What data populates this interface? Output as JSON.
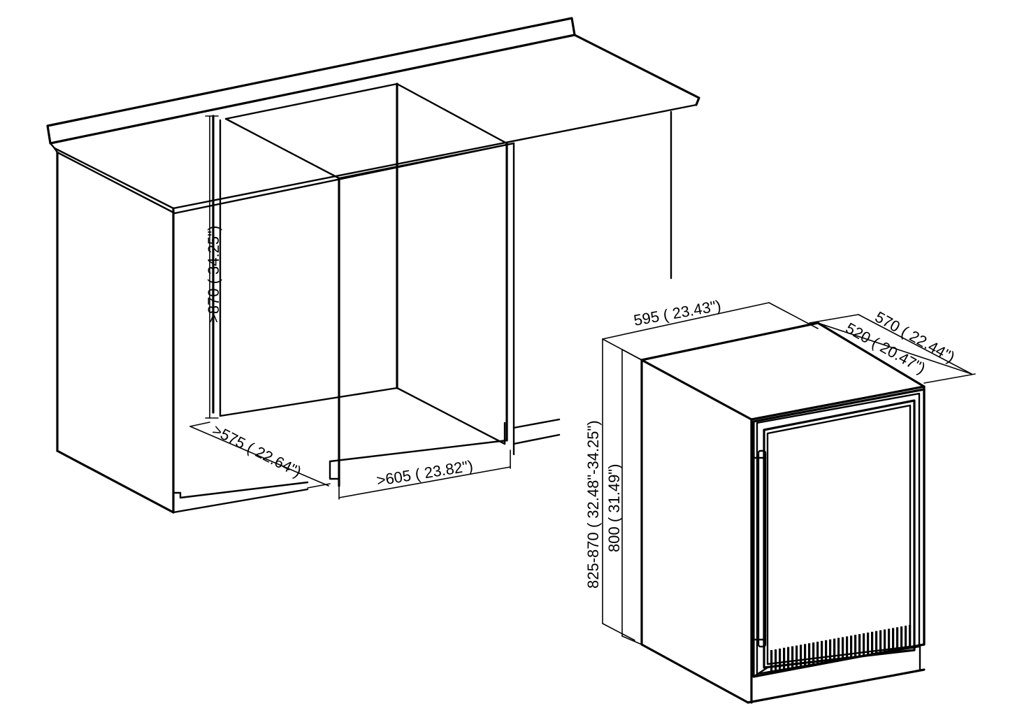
{
  "labels": {
    "cabinet_height": ">870 ( 34.25\")",
    "cabinet_depth": ">575 ( 22.64\")",
    "cabinet_width": ">605 ( 23.82\")",
    "unit_width": "595 ( 23.43\")",
    "unit_depth_total": "570 ( 22.44\")",
    "unit_depth_body": "520 ( 20.47\")",
    "unit_height_adjustable": "825-870 ( 32.48\"-34.25\")",
    "unit_height_body": "800 ( 31.49\")"
  }
}
